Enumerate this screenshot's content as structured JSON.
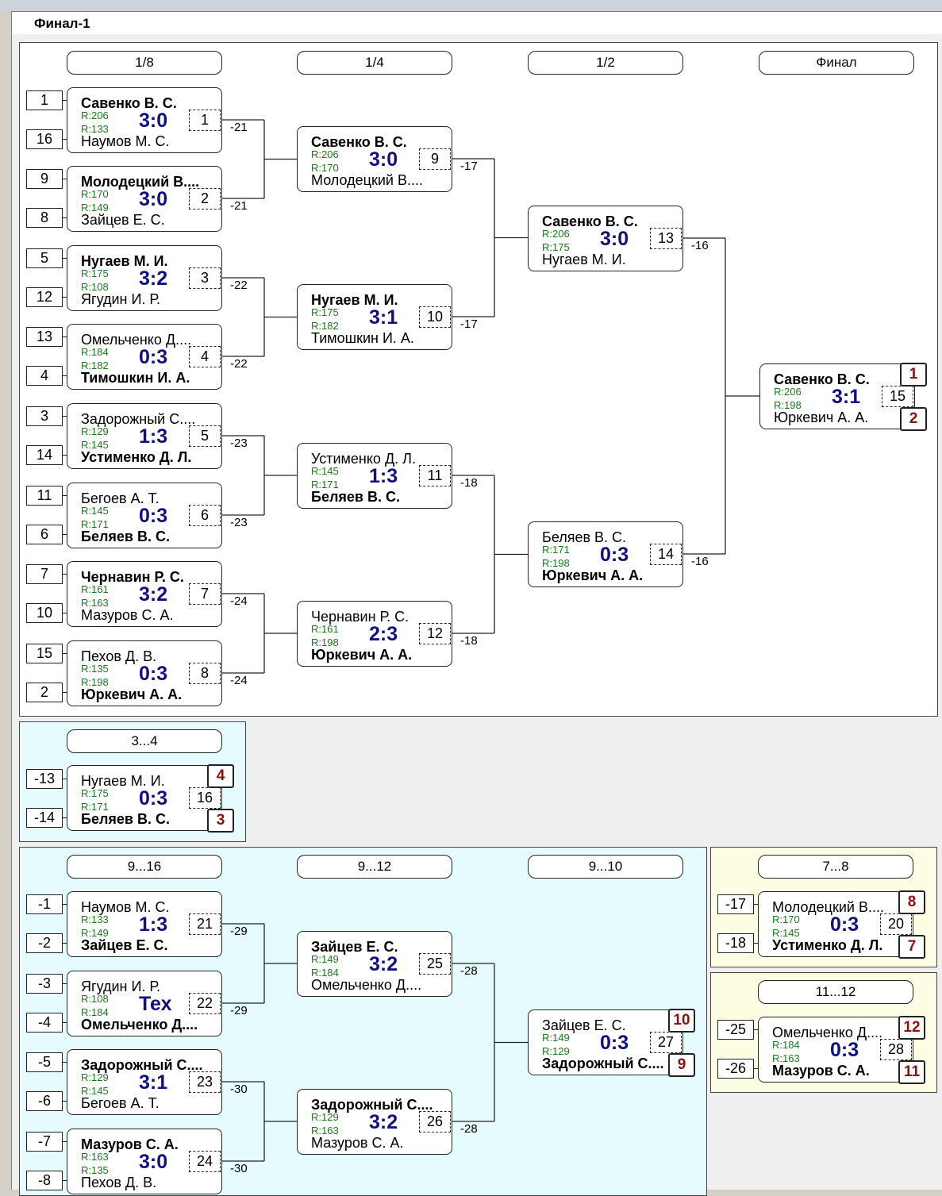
{
  "title": "Финал-1",
  "colors": {
    "main_bg": "#ffffff",
    "cons_bg": "#e6fbfd",
    "yellow_bg": "#fdfde4",
    "score": "#101080",
    "rating": "#1a7a1a",
    "place": "#8b1010"
  },
  "rounds": {
    "r16": "1/8",
    "qf": "1/4",
    "sf": "1/2",
    "fin": "Финал",
    "p34": "3...4",
    "p9_16": "9...16",
    "p9_12": "9...12",
    "p9_10": "9...10",
    "p7_8": "7...8",
    "p11_12": "11...12"
  },
  "seeds": {
    "main": [
      "1",
      "16",
      "9",
      "8",
      "5",
      "12",
      "13",
      "4",
      "3",
      "14",
      "11",
      "6",
      "7",
      "10",
      "15",
      "2"
    ],
    "p34": [
      "-13",
      "-14"
    ],
    "p9_16": [
      "-1",
      "-2",
      "-3",
      "-4",
      "-5",
      "-6",
      "-7",
      "-8"
    ],
    "p7_8": [
      "-17",
      "-18"
    ],
    "p11_12": [
      "-25",
      "-26"
    ]
  },
  "matches": {
    "m1": {
      "p1": "Савенко В. С.",
      "p2": "Наумов М. С.",
      "r1": "R:206",
      "r2": "R:133",
      "score": "3:0",
      "no": "1",
      "lose": "-21"
    },
    "m2": {
      "p1": "Молодецкий В....",
      "p2": "Зайцев Е. С.",
      "r1": "R:170",
      "r2": "R:149",
      "score": "3:0",
      "no": "2",
      "lose": "-21"
    },
    "m3": {
      "p1": "Нугаев М. И.",
      "p2": "Ягудин И. Р.",
      "r1": "R:175",
      "r2": "R:108",
      "score": "3:2",
      "no": "3",
      "lose": "-22"
    },
    "m4": {
      "p1": "Омельченко Д....",
      "p2": "Тимошкин И. А.",
      "r1": "R:184",
      "r2": "R:182",
      "score": "0:3",
      "no": "4",
      "lose": "-22"
    },
    "m5": {
      "p1": "Задорожный С....",
      "p2": "Устименко Д. Л.",
      "r1": "R:129",
      "r2": "R:145",
      "score": "1:3",
      "no": "5",
      "lose": "-23"
    },
    "m6": {
      "p1": "Бегоев А. Т.",
      "p2": "Беляев В. С.",
      "r1": "R:145",
      "r2": "R:171",
      "score": "0:3",
      "no": "6",
      "lose": "-23"
    },
    "m7": {
      "p1": "Чернавин Р. С.",
      "p2": "Мазуров С. А.",
      "r1": "R:161",
      "r2": "R:163",
      "score": "3:2",
      "no": "7",
      "lose": "-24"
    },
    "m8": {
      "p1": "Пехов Д. В.",
      "p2": "Юркевич А. А.",
      "r1": "R:135",
      "r2": "R:198",
      "score": "0:3",
      "no": "8",
      "lose": "-24"
    },
    "m9": {
      "p1": "Савенко В. С.",
      "p2": "Молодецкий В....",
      "r1": "R:206",
      "r2": "R:170",
      "score": "3:0",
      "no": "9",
      "lose": "-17"
    },
    "m10": {
      "p1": "Нугаев М. И.",
      "p2": "Тимошкин И. А.",
      "r1": "R:175",
      "r2": "R:182",
      "score": "3:1",
      "no": "10",
      "lose": "-17"
    },
    "m11": {
      "p1": "Устименко Д. Л.",
      "p2": "Беляев В. С.",
      "r1": "R:145",
      "r2": "R:171",
      "score": "1:3",
      "no": "11",
      "lose": "-18"
    },
    "m12": {
      "p1": "Чернавин Р. С.",
      "p2": "Юркевич А. А.",
      "r1": "R:161",
      "r2": "R:198",
      "score": "2:3",
      "no": "12",
      "lose": "-18"
    },
    "m13": {
      "p1": "Савенко В. С.",
      "p2": "Нугаев М. И.",
      "r1": "R:206",
      "r2": "R:175",
      "score": "3:0",
      "no": "13",
      "lose": "-16"
    },
    "m14": {
      "p1": "Беляев В. С.",
      "p2": "Юркевич А. А.",
      "r1": "R:171",
      "r2": "R:198",
      "score": "0:3",
      "no": "14",
      "lose": "-16"
    },
    "m15": {
      "p1": "Савенко В. С.",
      "p2": "Юркевич А. А.",
      "r1": "R:206",
      "r2": "R:198",
      "score": "3:1",
      "no": "15",
      "place1": "1",
      "place2": "2"
    },
    "m16": {
      "p1": "Нугаев М. И.",
      "p2": "Беляев В. С.",
      "r1": "R:175",
      "r2": "R:171",
      "score": "0:3",
      "no": "16",
      "place1": "4",
      "place2": "3"
    },
    "m21": {
      "p1": "Наумов М. С.",
      "p2": "Зайцев Е. С.",
      "r1": "R:133",
      "r2": "R:149",
      "score": "1:3",
      "no": "21",
      "lose": "-29"
    },
    "m22": {
      "p1": "Ягудин И. Р.",
      "p2": "Омельченко Д....",
      "r1": "R:108",
      "r2": "R:184",
      "score": "Тех",
      "no": "22",
      "lose": "-29"
    },
    "m23": {
      "p1": "Задорожный С....",
      "p2": "Бегоев А. Т.",
      "r1": "R:129",
      "r2": "R:145",
      "score": "3:1",
      "no": "23",
      "lose": "-30"
    },
    "m24": {
      "p1": "Мазуров С. А.",
      "p2": "Пехов Д. В.",
      "r1": "R:163",
      "r2": "R:135",
      "score": "3:0",
      "no": "24",
      "lose": "-30"
    },
    "m25": {
      "p1": "Зайцев Е. С.",
      "p2": "Омельченко Д....",
      "r1": "R:149",
      "r2": "R:184",
      "score": "3:2",
      "no": "25",
      "lose": "-28"
    },
    "m26": {
      "p1": "Задорожный С....",
      "p2": "Мазуров С. А.",
      "r1": "R:129",
      "r2": "R:163",
      "score": "3:2",
      "no": "26",
      "lose": "-28"
    },
    "m27": {
      "p1": "Зайцев Е. С.",
      "p2": "Задорожный С....",
      "r1": "R:149",
      "r2": "R:129",
      "score": "0:3",
      "no": "27",
      "place1": "10",
      "place2": "9"
    },
    "m20": {
      "p1": "Молодецкий В....",
      "p2": "Устименко Д. Л.",
      "r1": "R:170",
      "r2": "R:145",
      "score": "0:3",
      "no": "20",
      "place1": "8",
      "place2": "7"
    },
    "m28": {
      "p1": "Омельченко Д....",
      "p2": "Мазуров С. А.",
      "r1": "R:184",
      "r2": "R:163",
      "score": "0:3",
      "no": "28",
      "place1": "12",
      "place2": "11"
    }
  }
}
